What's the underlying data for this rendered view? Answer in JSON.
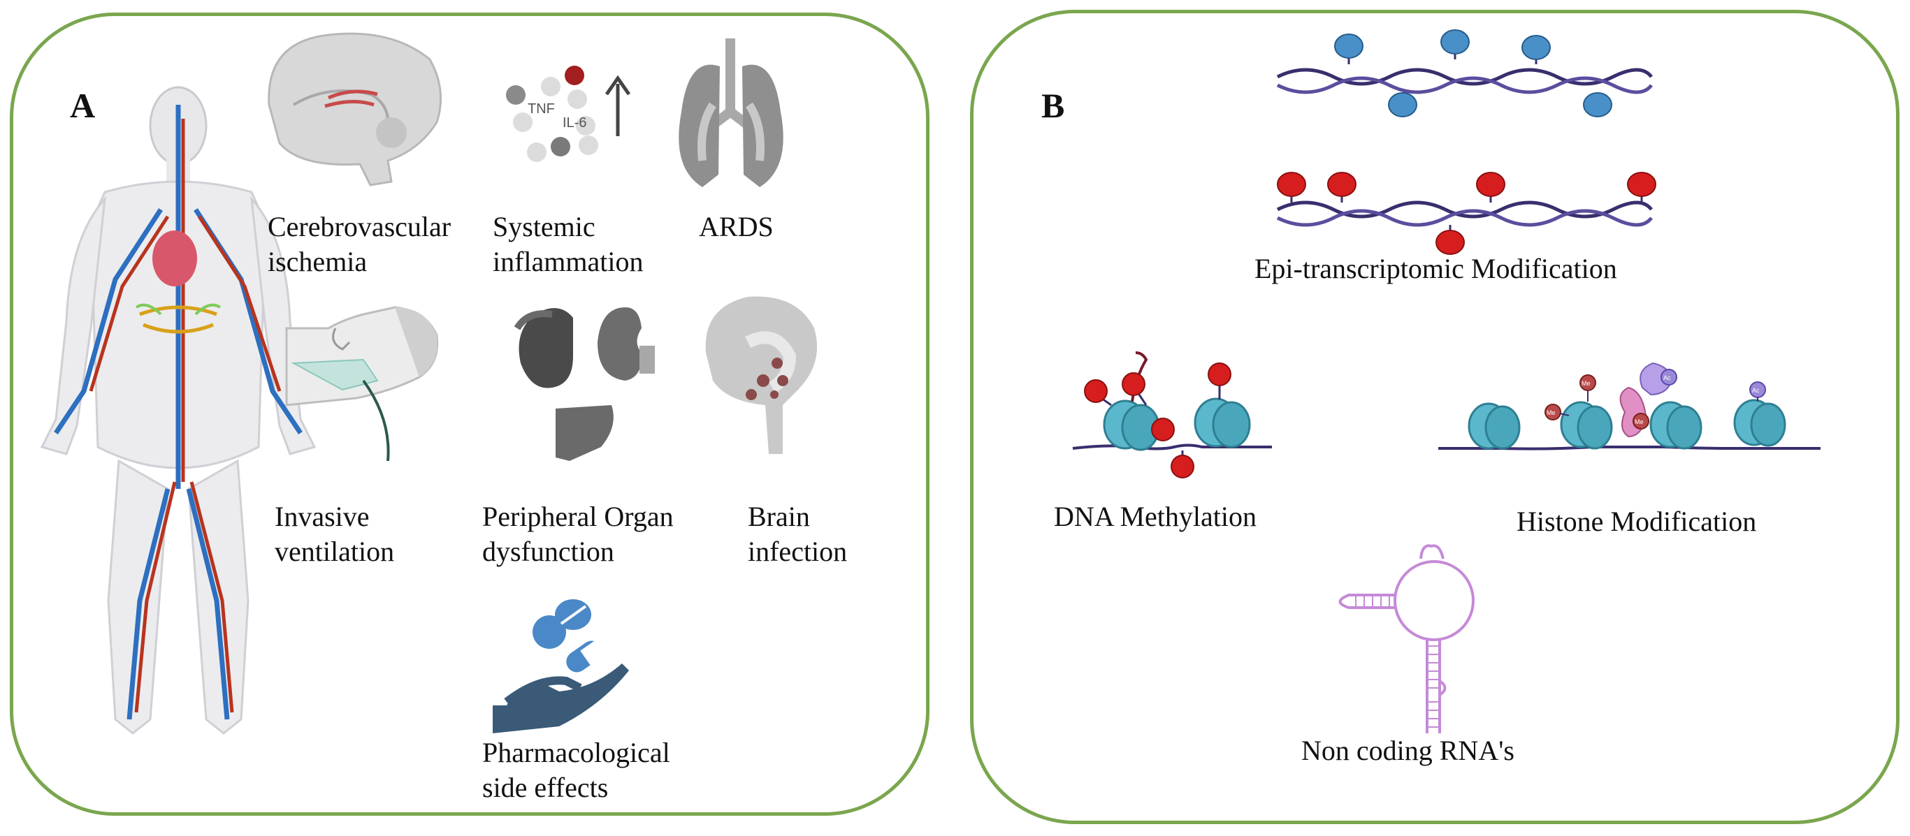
{
  "panel_a": {
    "letter": "A",
    "items": [
      {
        "id": "cerebrovascular",
        "lines": [
          "Cerebrovascular",
          "ischemia"
        ]
      },
      {
        "id": "systemic",
        "lines": [
          "Systemic",
          "inflammation"
        ]
      },
      {
        "id": "ards",
        "lines": [
          "ARDS"
        ]
      },
      {
        "id": "ventilation",
        "lines": [
          "Invasive",
          "ventilation"
        ]
      },
      {
        "id": "peripheral",
        "lines": [
          "Peripheral Organ",
          "dysfunction"
        ]
      },
      {
        "id": "brain",
        "lines": [
          "Brain",
          "infection"
        ]
      },
      {
        "id": "pharma",
        "lines": [
          "Pharmacological",
          "side effects"
        ]
      }
    ],
    "cytokines": {
      "tnf": "TNF",
      "il6": "IL-6"
    }
  },
  "panel_b": {
    "letter": "B",
    "epi_label": "Epi-transcriptomic Modification",
    "dna_label": "DNA Methylation",
    "histone_label": "Histone Modification",
    "ncrna_label": "Non coding RNA's",
    "histone_marks": {
      "me": "Me",
      "ac": "Ac"
    }
  },
  "colors": {
    "border": "#7aa64e",
    "methyl_red": "#d61e1e",
    "blue_mark": "#4a90c8",
    "nucleosome": "#5bb8cc",
    "dna_strand": "#3a2e6e",
    "rna": "#c58ad8"
  }
}
